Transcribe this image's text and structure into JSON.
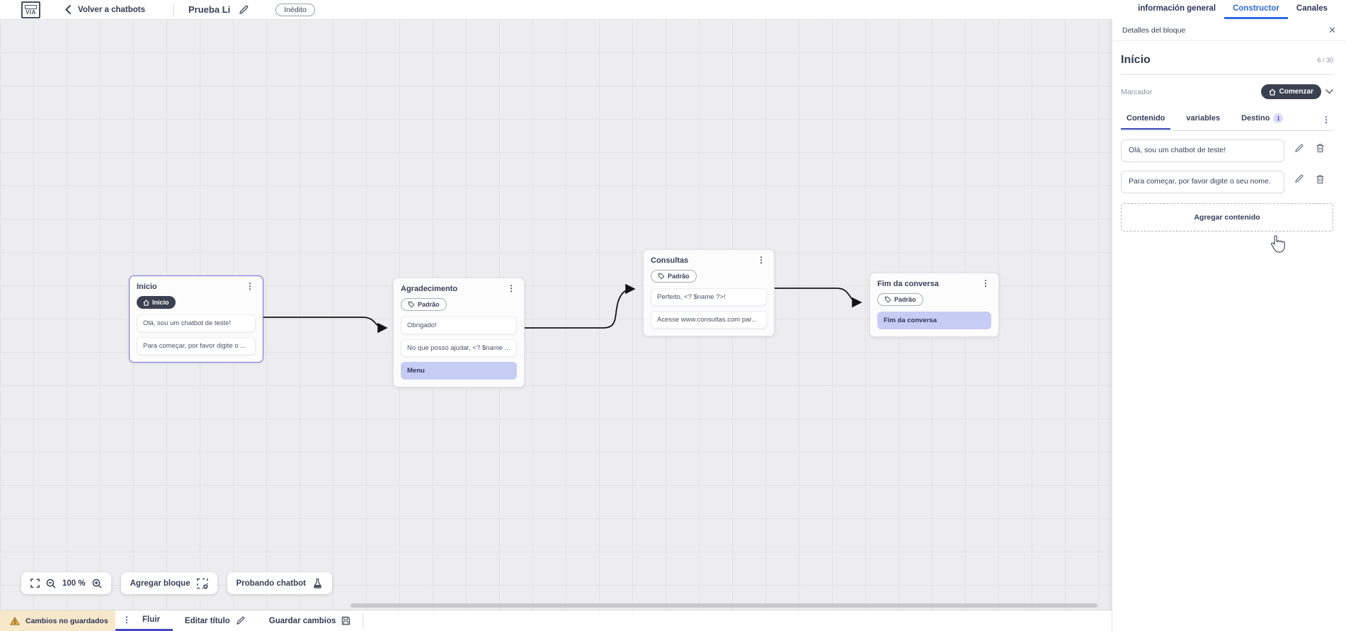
{
  "topbar": {
    "logo_text": "VIA",
    "back_label": "Volver a chatbots",
    "flow_title": "Prueba Li",
    "status_badge": "Inédito",
    "tabs": [
      {
        "label": "información general",
        "active": false
      },
      {
        "label": "Constructor",
        "active": true
      },
      {
        "label": "Canales",
        "active": false
      }
    ]
  },
  "canvas": {
    "zoom_level": "100 %",
    "toolbar": {
      "add_block_label": "Agregar bloque",
      "test_chatbot_label": "Probando chatbot"
    },
    "nodes": [
      {
        "title": "Início",
        "badge": "Início",
        "items": [
          "Olá, sou um chatbot de teste!",
          "Para começar, por favor digite o ..."
        ]
      },
      {
        "title": "Agradecimento",
        "badge": "Padrão",
        "items": [
          "Obrigado!",
          "No que posso ajudar, <? $name ...",
          "Menu"
        ]
      },
      {
        "title": "Consultas",
        "badge": "Padrão",
        "items": [
          "Perfeito, <? $name ?>!",
          "Acesse www.consultas.com par..."
        ]
      },
      {
        "title": "Fim da conversa",
        "badge": "Padrão",
        "items": [
          "Fim da conversa"
        ]
      }
    ]
  },
  "panel": {
    "header": "Detalles del bloque",
    "close_glyph": "✕",
    "title": "Início",
    "counter": "6 / 30",
    "marker_label": "Marcador",
    "marker_value": "Comenzar",
    "tabs": [
      {
        "label": "Contenido",
        "active": true
      },
      {
        "label": "variables",
        "active": false
      },
      {
        "label": "Destino",
        "active": false,
        "badge": "1"
      }
    ],
    "contents": [
      "Olá, sou um chatbot de teste!",
      "Para começar, por favor digite o seu nome."
    ],
    "add_content_label": "Agregar contenido"
  },
  "bottombar": {
    "unsaved_label": "Cambios no guardados",
    "flow_tab_label": "Fluir",
    "edit_title_label": "Editar título",
    "save_label": "Guardar cambios"
  },
  "icons": {
    "kebab_vertical": "⋮",
    "close": "✕"
  },
  "colors": {
    "accent_indigo": "#4348c8",
    "constructor_blue": "#2f6be0",
    "dark_pill": "#3a4150",
    "lavender_item": "#c6ccf4",
    "unsaved_bg": "#f7e8ca",
    "warning_orange": "#eda63c",
    "selected_node_border": "#7b6fe0",
    "connector": "#141414",
    "canvas_bg": "#ededef"
  }
}
